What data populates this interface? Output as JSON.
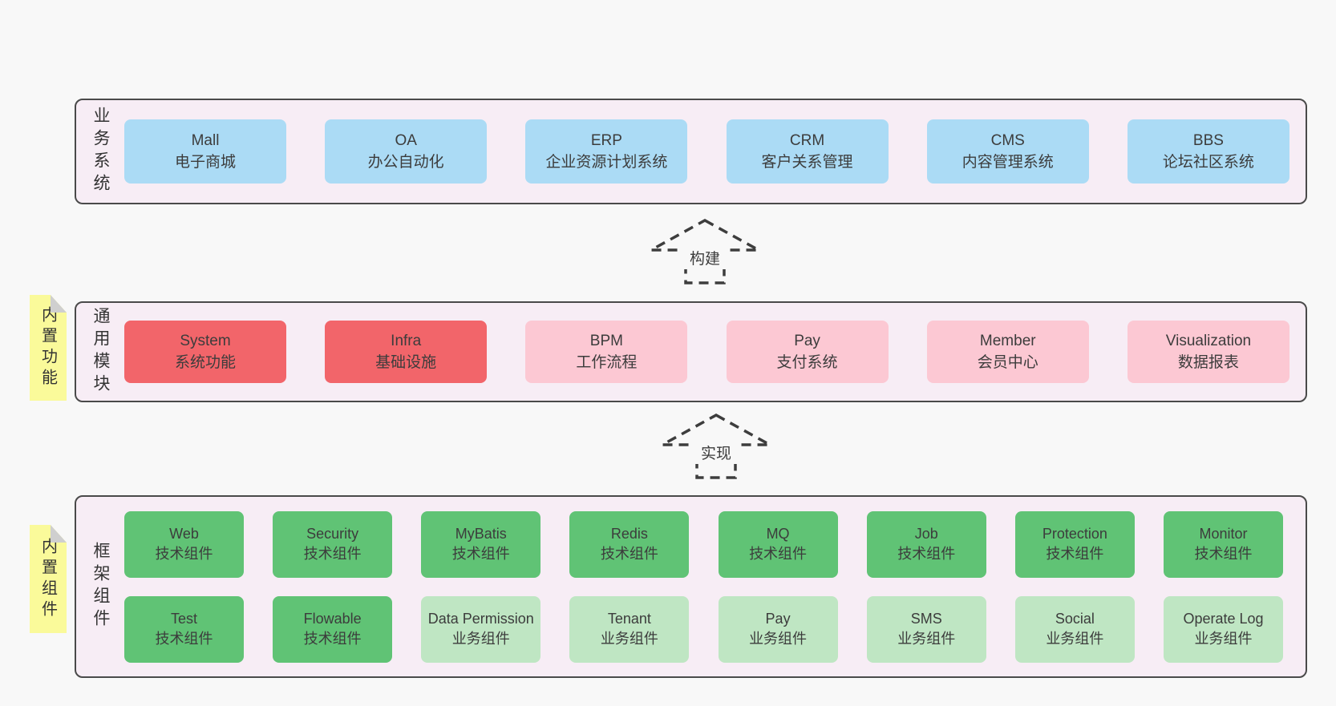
{
  "colors": {
    "page_bg": "#f8f8f8",
    "panel_bg": "#f7edf5",
    "panel_border": "#4a4a4a",
    "blue_box": "#abdbf5",
    "red_box": "#f2656a",
    "pink_box": "#fcc8d3",
    "green_box": "#60c375",
    "light_green_box": "#bfe6c3",
    "tag_bg": "#fafa9a",
    "tag_fold": "#cfcfcf",
    "arrow_stroke": "#3d3d3d",
    "text": "#3c3c3c"
  },
  "layers": {
    "business": {
      "label": "业务系统",
      "boxes": [
        {
          "name": "Mall",
          "desc": "电子商城"
        },
        {
          "name": "OA",
          "desc": "办公自动化"
        },
        {
          "name": "ERP",
          "desc": "企业资源计划系统"
        },
        {
          "name": "CRM",
          "desc": "客户关系管理"
        },
        {
          "name": "CMS",
          "desc": "内容管理系统"
        },
        {
          "name": "BBS",
          "desc": "论坛社区系统"
        }
      ]
    },
    "modules": {
      "label": "通用模块",
      "tag": "内置功能",
      "boxes": [
        {
          "name": "System",
          "desc": "系统功能"
        },
        {
          "name": "Infra",
          "desc": "基础设施"
        },
        {
          "name": "BPM",
          "desc": "工作流程"
        },
        {
          "name": "Pay",
          "desc": "支付系统"
        },
        {
          "name": "Member",
          "desc": "会员中心"
        },
        {
          "name": "Visualization",
          "desc": "数据报表"
        }
      ]
    },
    "components": {
      "label": "框架组件",
      "tag": "内置组件",
      "row1": [
        {
          "name": "Web",
          "desc": "技术组件"
        },
        {
          "name": "Security",
          "desc": "技术组件"
        },
        {
          "name": "MyBatis",
          "desc": "技术组件"
        },
        {
          "name": "Redis",
          "desc": "技术组件"
        },
        {
          "name": "MQ",
          "desc": "技术组件"
        },
        {
          "name": "Job",
          "desc": "技术组件"
        },
        {
          "name": "Protection",
          "desc": "技术组件"
        },
        {
          "name": "Monitor",
          "desc": "技术组件"
        }
      ],
      "row2": [
        {
          "name": "Test",
          "desc": "技术组件"
        },
        {
          "name": "Flowable",
          "desc": "技术组件"
        },
        {
          "name": "Data Permission",
          "desc": "业务组件"
        },
        {
          "name": "Tenant",
          "desc": "业务组件"
        },
        {
          "name": "Pay",
          "desc": "业务组件"
        },
        {
          "name": "SMS",
          "desc": "业务组件"
        },
        {
          "name": "Social",
          "desc": "业务组件"
        },
        {
          "name": "Operate Log",
          "desc": "业务组件"
        }
      ]
    }
  },
  "arrows": {
    "build": {
      "label": "构建"
    },
    "implement": {
      "label": "实现"
    }
  }
}
